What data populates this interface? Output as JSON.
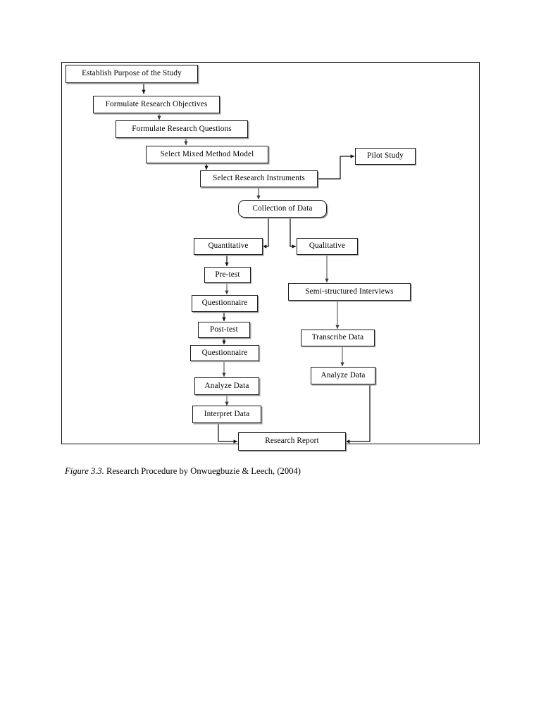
{
  "figure": {
    "caption_label": "Figure 3.3.",
    "caption_text": " Research Procedure by Onwuegbuzie & Leech, (2004)",
    "frame_color": "#111111",
    "box_border_color": "#1a1a1a",
    "box_fill_color": "#ffffff",
    "connector_color": "#111111",
    "page_background": "#ffffff"
  },
  "nodes": {
    "establish_purpose": "Establish Purpose of the Study",
    "formulate_objectives": "Formulate Research Objectives",
    "formulate_questions": "Formulate Research Questions",
    "select_model": "Select Mixed Method Model",
    "select_instruments": "Select Research Instruments",
    "pilot_study": "Pilot Study",
    "collection_of_data": "Collection of Data",
    "quantitative": "Quantitative",
    "qualitative": "Qualitative",
    "pre_test": "Pre-test",
    "questionnaire_1": "Questionnaire",
    "post_test": "Post-test",
    "questionnaire_2": "Questionnaire",
    "analyze_data_quant": "Analyze Data",
    "interpret_data": "Interpret Data",
    "semi_structured_interviews": "Semi-structured Interviews",
    "transcribe_data": "Transcribe Data",
    "analyze_data_qual": "Analyze Data",
    "research_report": "Research Report"
  },
  "flow": {
    "type": "flowchart",
    "orientation": "top-to-bottom",
    "branches": [
      {
        "name": "main-sequence",
        "steps": [
          "Establish Purpose of the Study",
          "Formulate Research Objectives",
          "Formulate Research Questions",
          "Select Mixed Method Model",
          "Select Research Instruments",
          "Collection of Data"
        ]
      },
      {
        "name": "pilot-branch",
        "steps": [
          "Select Research Instruments",
          "Pilot Study"
        ]
      },
      {
        "name": "quantitative-branch",
        "steps": [
          "Collection of Data",
          "Quantitative",
          "Pre-test",
          "Questionnaire",
          "Post-test",
          "Questionnaire",
          "Analyze Data",
          "Interpret Data",
          "Research Report"
        ]
      },
      {
        "name": "qualitative-branch",
        "steps": [
          "Collection of Data",
          "Qualitative",
          "Semi-structured Interviews",
          "Transcribe Data",
          "Analyze Data",
          "Research Report"
        ]
      }
    ]
  }
}
